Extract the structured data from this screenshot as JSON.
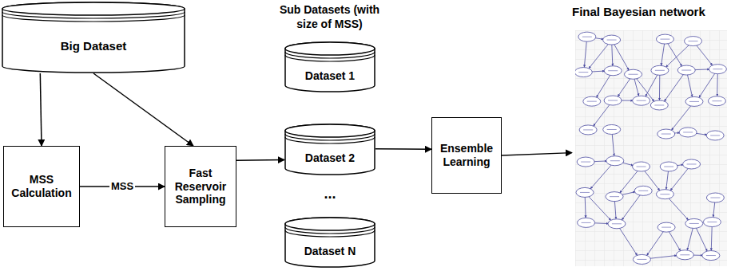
{
  "diagram": {
    "nodes": [
      {
        "text": [
          "Big Dataset"
        ]
      },
      {
        "text": [
          "MSS Calculation"
        ]
      },
      {
        "text": [
          "Fast Reservoir Sampling"
        ]
      },
      {
        "text": [
          "Dataset 1"
        ]
      },
      {
        "text": [
          "Dataset 2"
        ]
      },
      {
        "text": [
          "Dataset N"
        ]
      },
      {
        "text": [
          "Ensemble Learning"
        ]
      },
      {
        "text": [
          "Final Bayesian network"
        ]
      }
    ],
    "edges": [
      {
        "from": 0,
        "to": 1,
        "arrow": "to"
      },
      {
        "from": 0,
        "to": 2,
        "arrow": "to"
      },
      {
        "from": 1,
        "to": 2,
        "label": "MSS",
        "arrow": "to"
      },
      {
        "from": 2,
        "to": 4,
        "arrow": "to"
      },
      {
        "from": 4,
        "to": 6,
        "arrow": "to"
      },
      {
        "from": 6,
        "to": 7,
        "arrow": "to"
      }
    ],
    "labels": [
      "Sub Datasets (with size of MSS)",
      "..."
    ]
  }
}
